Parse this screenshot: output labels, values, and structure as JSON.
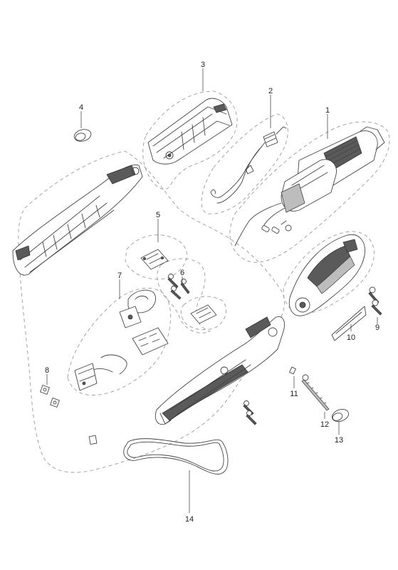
{
  "callouts": [
    "1",
    "2",
    "3",
    "4",
    "5",
    "6",
    "7",
    "8",
    "9",
    "10",
    "11",
    "12",
    "13",
    "14"
  ],
  "colors": {
    "line": "#444444",
    "dark_fill": "#5a5a5a",
    "group_outline": "#9a9a9a"
  }
}
